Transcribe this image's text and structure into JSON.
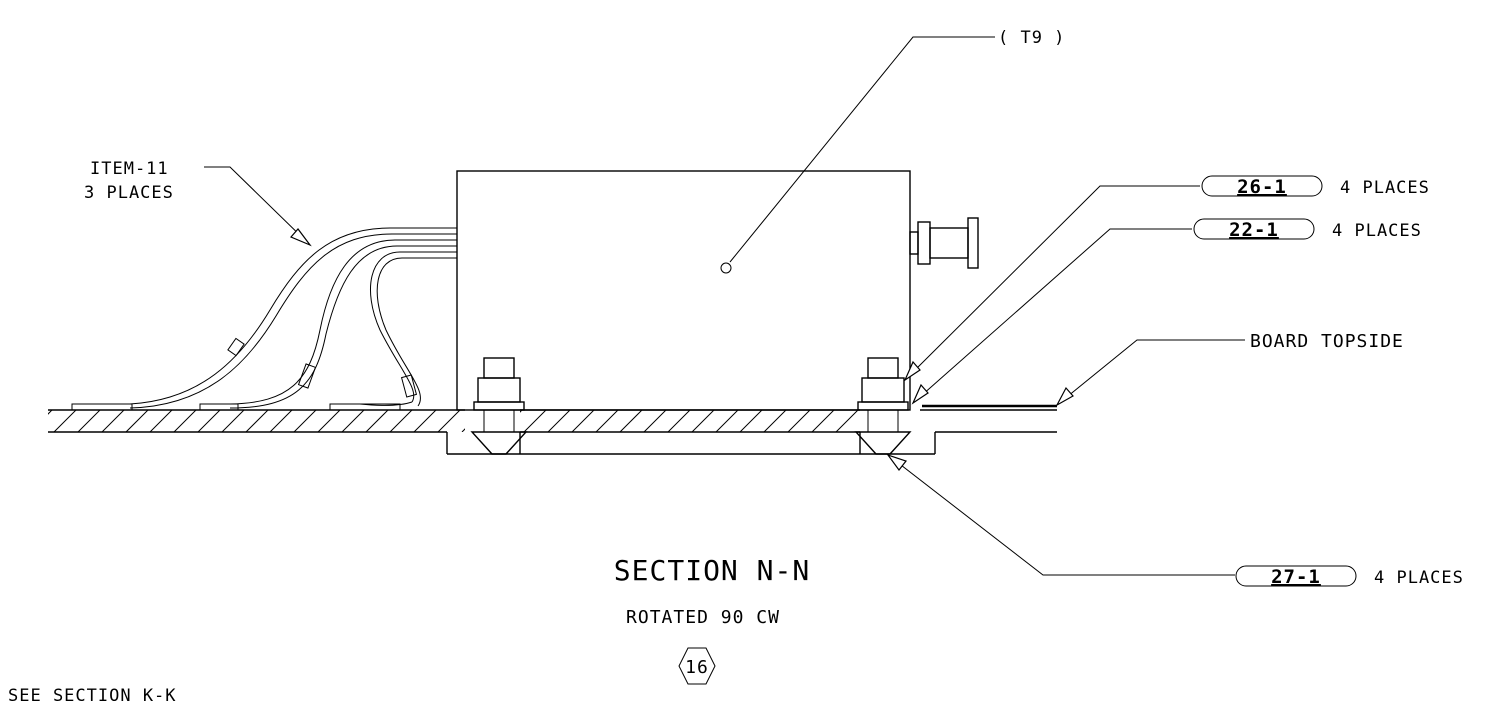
{
  "labels": {
    "t9": "( T9 )",
    "item11_line1": "ITEM-11",
    "item11_line2": "3 PLACES",
    "board_topside": "BOARD TOPSIDE",
    "section_title": "SECTION N-N",
    "rotated": "ROTATED 90 CW",
    "sheet_ref": "16",
    "see_section": "SEE SECTION K-K"
  },
  "callouts": [
    {
      "id": "26-1",
      "qty": "4 PLACES"
    },
    {
      "id": "22-1",
      "qty": "4 PLACES"
    },
    {
      "id": "27-1",
      "qty": "4 PLACES"
    }
  ]
}
